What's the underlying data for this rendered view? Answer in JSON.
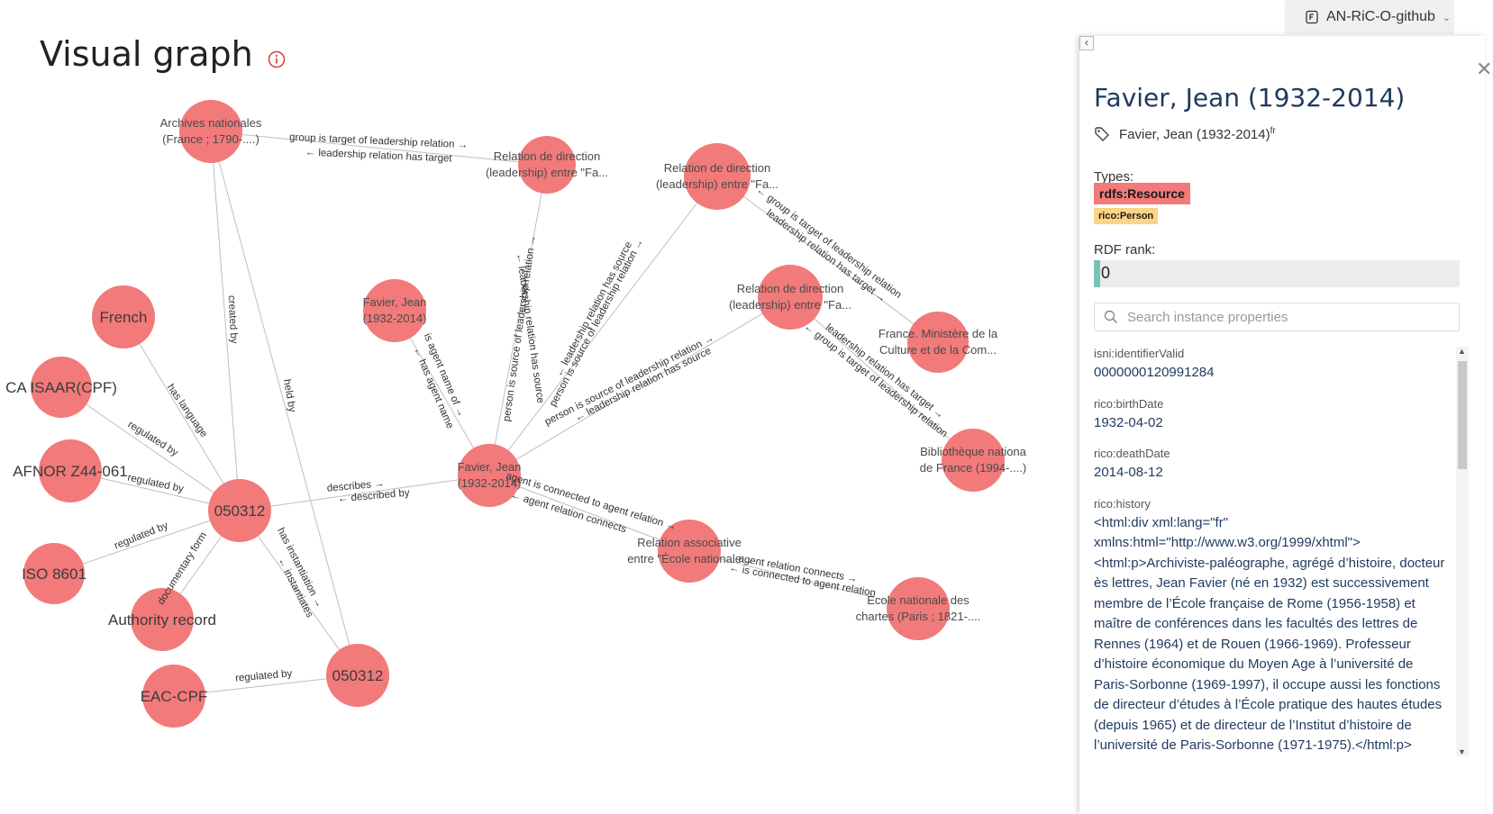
{
  "page": {
    "title": "Visual graph"
  },
  "repo": {
    "label": "AN-RiC-O-github"
  },
  "graph": {
    "nodes": [
      {
        "id": "archives",
        "label": [
          "Archives nationales",
          "(France ; 1790-....)"
        ]
      },
      {
        "id": "rel1",
        "label": [
          "Relation de direction",
          "(leadership) entre \"Fa..."
        ]
      },
      {
        "id": "rel2",
        "label": [
          "Relation de direction",
          "(leadership) entre \"Fa..."
        ]
      },
      {
        "id": "rel3",
        "label": [
          "Relation de direction",
          "(leadership) entre \"Fa..."
        ]
      },
      {
        "id": "french",
        "label": [
          "French"
        ]
      },
      {
        "id": "isaar",
        "label": [
          "CA ISAAR(CPF)"
        ]
      },
      {
        "id": "afnor",
        "label": [
          "AFNOR Z44-061"
        ]
      },
      {
        "id": "iso",
        "label": [
          "ISO 8601"
        ]
      },
      {
        "id": "authority",
        "label": [
          "Authority record"
        ]
      },
      {
        "id": "eac",
        "label": [
          "EAC-CPF"
        ]
      },
      {
        "id": "n050312a",
        "label": [
          "050312"
        ]
      },
      {
        "id": "n050312b",
        "label": [
          "050312"
        ]
      },
      {
        "id": "favierName",
        "label": [
          "Favier, Jean",
          "(1932-2014)"
        ]
      },
      {
        "id": "favier",
        "label": [
          "Favier, Jean",
          "(1932-2014)"
        ]
      },
      {
        "id": "ministere",
        "label": [
          "France. Ministère de la",
          "Culture et de la Com..."
        ]
      },
      {
        "id": "bnf",
        "label": [
          "Bibliothèque nationa",
          "de France (1994-....)"
        ]
      },
      {
        "id": "relAssoc",
        "label": [
          "Relation associative",
          "entre \"École nationale..."
        ]
      },
      {
        "id": "chartes",
        "label": [
          "École nationale des",
          "chartes (Paris ; 1821-...."
        ]
      }
    ],
    "edge_labels": [
      "group is target of leadership relation →",
      "← leadership relation has target",
      "person is source of leadership relation →",
      "← leadership relation has source",
      "person is source of leadership relation →",
      "← leadership relation has source",
      "person is source of leadership relation →",
      "← leadership relation has source",
      "leadership relation has target →",
      "← group is target of leadership relation",
      "leadership relation has target →",
      "← group is target of leadership relation",
      "is agent name of →",
      "← has agent name",
      "describes →",
      "← described by",
      "agent is connected to agent relation →",
      "← agent relation connects",
      "agent relation connects →",
      "← is connected to agent relation",
      "has language",
      "regulated by",
      "regulated by",
      "regulated by",
      "documentary form",
      "created by",
      "held by",
      "has instantiation →",
      "← instantiates",
      "regulated by"
    ]
  },
  "panel": {
    "title": "Favier, Jean (1932-2014)",
    "tag_label": "Favier, Jean (1932-2014)",
    "tag_lang": "fr",
    "types_label": "Types:",
    "types": [
      "rdfs:Resource",
      "rico:Person"
    ],
    "rank_label": "RDF rank:",
    "rank_value": "0",
    "search_placeholder": "Search instance properties",
    "properties": [
      {
        "key": "isni:identifierValid",
        "value": "0000000120991284"
      },
      {
        "key": "rico:birthDate",
        "value": "1932-04-02"
      },
      {
        "key": "rico:deathDate",
        "value": "2014-08-12"
      },
      {
        "key": "rico:history",
        "value": "<html:div xml:lang=\"fr\" xmlns:html=\"http://www.w3.org/1999/xhtml\"> <html:p>Archiviste-paléographe, agrégé d’histoire, docteur ès lettres, Jean Favier (né en 1932) est successivement membre de l’École française de Rome (1956-1958) et maître de conférences dans les facultés des lettres de Rennes (1964) et de Rouen (1966-1969). Professeur d’histoire économique du Moyen Age à l’université de Paris-Sorbonne (1969-1997), il occupe aussi les fonctions de directeur d’études à l’École pratique des hautes études (depuis 1965) et de directeur de l’Institut d’histoire de l’université de Paris-Sorbonne (1971-1975).</html:p>"
      }
    ]
  },
  "colors": {
    "node": "#f27a7a",
    "title_blue": "#1f3a5f",
    "type_resource": "#f27a7a",
    "type_person": "#fbd485",
    "rank_fill": "#76c4b5"
  }
}
